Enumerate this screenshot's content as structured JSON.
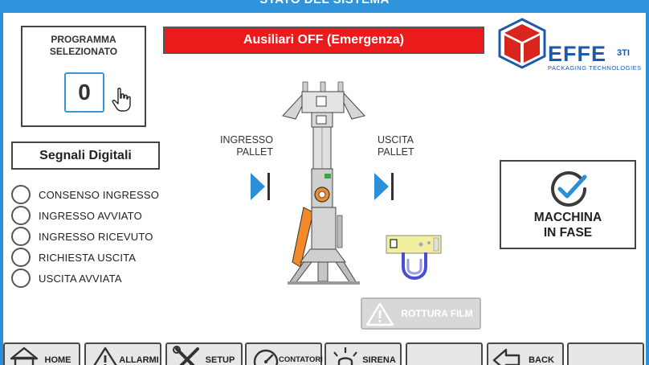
{
  "header": {
    "title": "STATO DEL SISTEMA"
  },
  "program": {
    "label_line1": "PROGRAMMA",
    "label_line2": "SELEZIONATO",
    "value": "0"
  },
  "alarm": {
    "text": "Ausiliari OFF (Emergenza)"
  },
  "logo": {
    "main": "EFFE",
    "sup": "3TI",
    "sub": "PACKAGING TECHNOLOGIES"
  },
  "signals": {
    "title": "Segnali Digitali",
    "items": [
      {
        "label": "CONSENSO INGRESSO",
        "active": false
      },
      {
        "label": "INGRESSO AVVIATO",
        "active": false
      },
      {
        "label": "INGRESSO RICEVUTO",
        "active": false
      },
      {
        "label": "RICHIESTA USCITA",
        "active": false
      },
      {
        "label": "USCITA AVVIATA",
        "active": false
      }
    ]
  },
  "flow": {
    "ingresso_line1": "INGRESSO",
    "ingresso_line2": "PALLET",
    "uscita_line1": "USCITA",
    "uscita_line2": "PALLET"
  },
  "status": {
    "line1": "MACCHINA",
    "line2": "IN FASE"
  },
  "film_button": {
    "label": "ROTTURA FILM"
  },
  "navbar": {
    "home": "HOME",
    "allarmi": "ALLARMI",
    "setup": "SETUP",
    "contatori": "CONTATORI",
    "sirena": "SIRENA",
    "blank1": "",
    "back": "BACK",
    "blank2": ""
  },
  "colors": {
    "accent_blue": "#2f94dc",
    "alarm_red": "#ec1b1b",
    "arrow_blue": "#2b8fd8",
    "logo_red": "#d9261c",
    "logo_blue": "#1e5aa8"
  },
  "icons": {
    "program": "hand-pointer-icon",
    "status": "check-circle-icon",
    "film": "warning-triangle-icon",
    "home": "home-icon",
    "allarmi": "warning-triangle-icon",
    "setup": "tools-icon",
    "contatori": "gauge-icon",
    "sirena": "siren-icon",
    "back": "back-arrow-icon"
  }
}
